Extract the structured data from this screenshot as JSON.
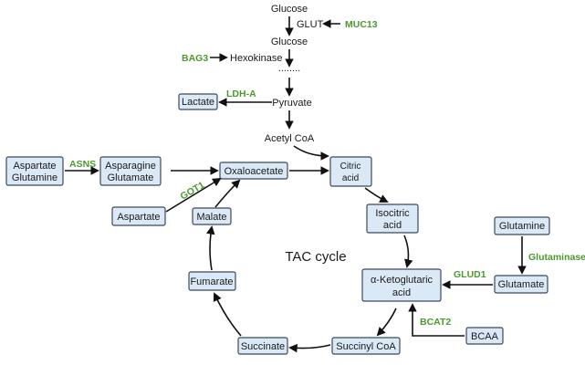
{
  "colors": {
    "gene": "#4b9a2e",
    "box_fill": "#dbe9f7",
    "box_stroke": "#3b4a5c"
  },
  "labels": {
    "glucose_top": "Glucose",
    "glut": "GLUT",
    "glucose_mid": "Glucose",
    "hexokinase": "Hexokinase",
    "dots": "........",
    "pyruvate": "Pyruvate",
    "acetyl_coa": "Acetyl CoA",
    "tac_cycle": "TAC cycle"
  },
  "boxes": {
    "lactate": "Lactate",
    "asp_gln_1": "Aspartate",
    "asp_gln_2": "Glutamine",
    "asn_glu_1": "Asparagine",
    "asn_glu_2": "Glutamate",
    "oxaloacetate": "Oxaloacetate",
    "citric_1": "Citric",
    "citric_2": "acid",
    "isocitric_1": "Isocitric",
    "isocitric_2": "acid",
    "aspartate": "Aspartate",
    "malate": "Malate",
    "fumarate": "Fumarate",
    "akg_1": "α-Ketoglutaric",
    "akg_2": "acid",
    "succinate": "Succinate",
    "succinyl_coa": "Succinyl CoA",
    "bcaa": "BCAA",
    "glutamine": "Glutamine",
    "glutamate": "Glutamate"
  },
  "genes": {
    "muc13": "MUC13",
    "bag3": "BAG3",
    "ldha": "LDH-A",
    "asns": "ASNS",
    "got1": "GOT1",
    "glud1": "GLUD1",
    "glutaminase": "Glutaminase",
    "bcat2": "BCAT2"
  }
}
